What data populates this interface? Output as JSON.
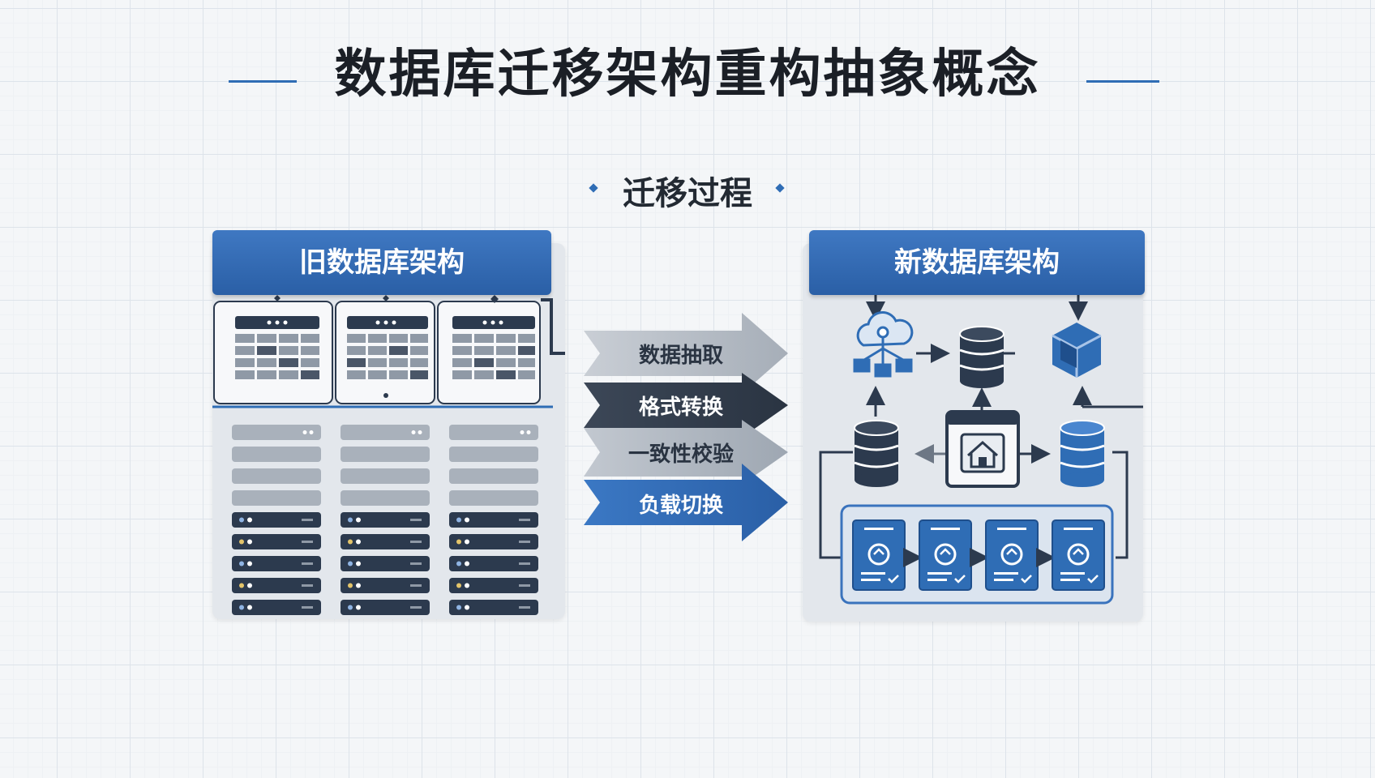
{
  "title": "数据库迁移架构重构抽象概念",
  "subtitle": "迁移过程",
  "old_panel": {
    "title": "旧数据库架构"
  },
  "new_panel": {
    "title": "新数据库架构"
  },
  "steps": [
    {
      "label": "数据抽取"
    },
    {
      "label": "格式转换"
    },
    {
      "label": "一致性校验"
    },
    {
      "label": "负载切换"
    }
  ],
  "colors": {
    "accent": "#2f6db5",
    "dark": "#2c3a4e",
    "gray": "#a9b1bb",
    "panel": "#e3e7ec"
  }
}
